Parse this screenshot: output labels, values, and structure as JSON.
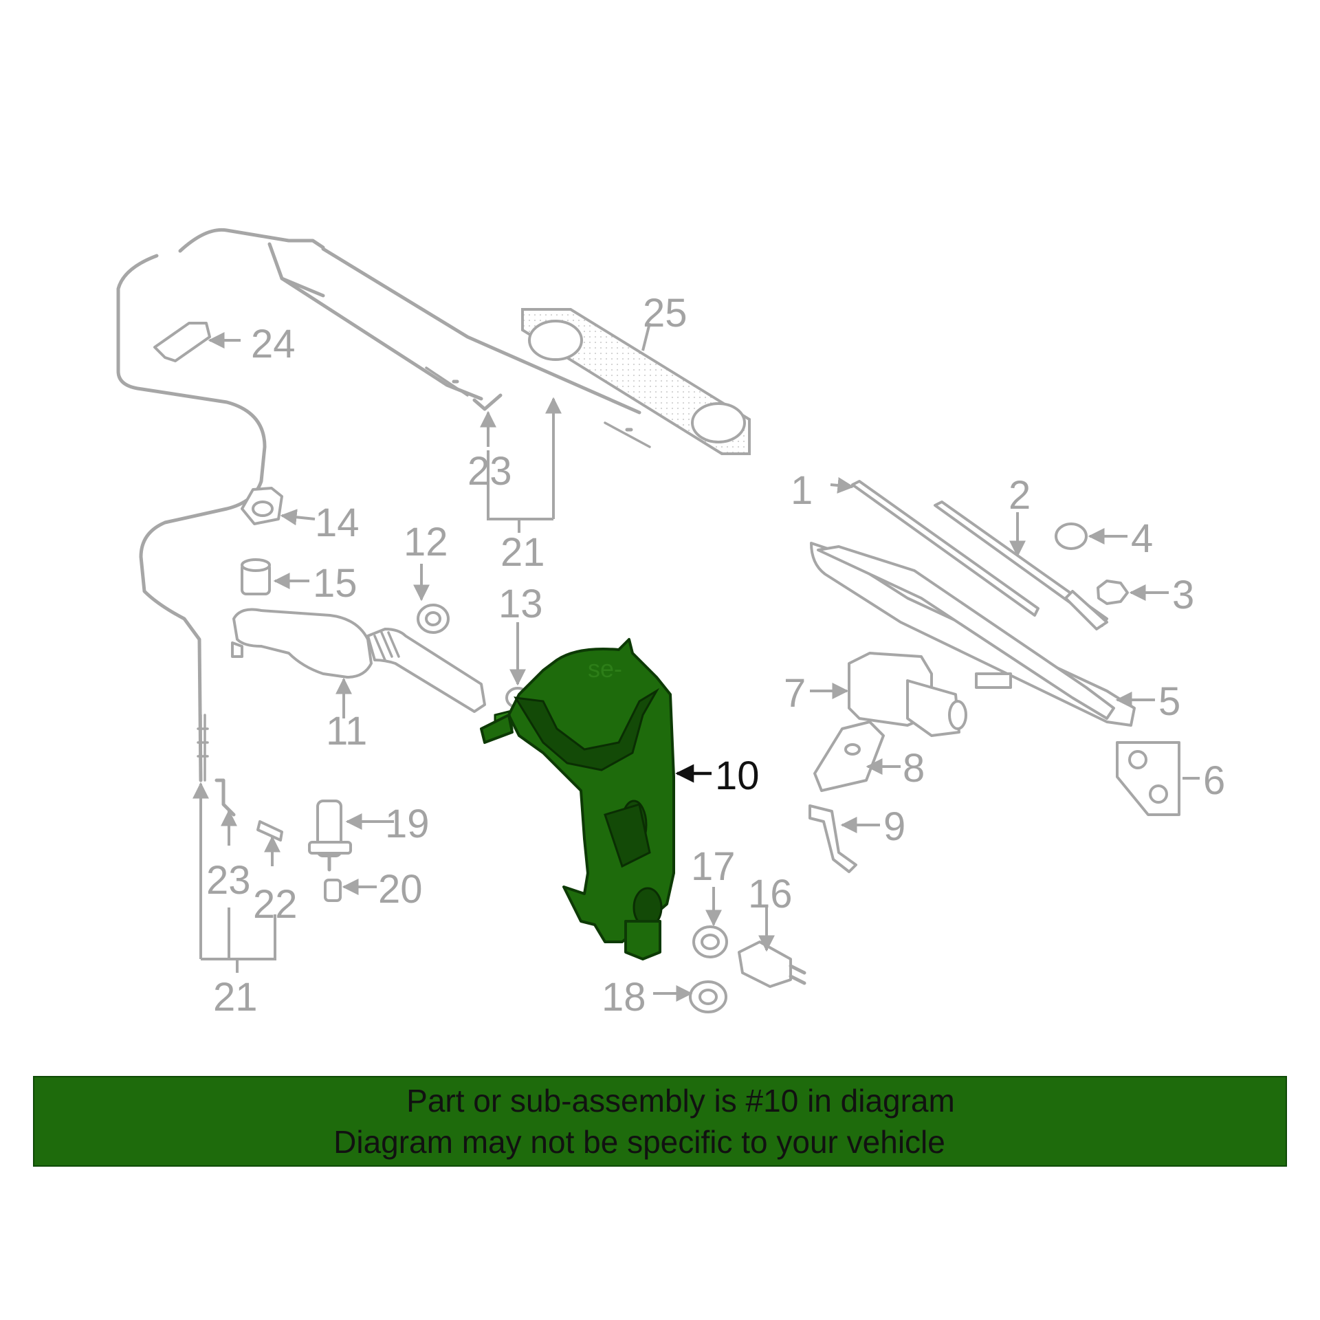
{
  "callouts": {
    "c1": "1",
    "c2": "2",
    "c3": "3",
    "c4": "4",
    "c5": "5",
    "c6": "6",
    "c7": "7",
    "c8": "8",
    "c9": "9",
    "c10": "10",
    "c11": "11",
    "c12": "12",
    "c13": "13",
    "c14": "14",
    "c15": "15",
    "c16": "16",
    "c17": "17",
    "c18": "18",
    "c19": "19",
    "c20": "20",
    "c21_top": "21",
    "c21_bottom": "21",
    "c22": "22",
    "c23_top": "23",
    "c23_bottom": "23",
    "c24": "24",
    "c25": "25"
  },
  "highlighted_part": "10",
  "watermark_fragment": "se-",
  "colors": {
    "highlight": "#1e6b0c",
    "linework": "#a6a6a6",
    "callout_text": "#a3a3a3",
    "highlight_callout_text": "#111111",
    "banner_text": "#111111"
  },
  "banner": {
    "line1": "Part or sub-assembly is #10 in diagram",
    "line2": "Diagram may not be specific to your vehicle"
  }
}
